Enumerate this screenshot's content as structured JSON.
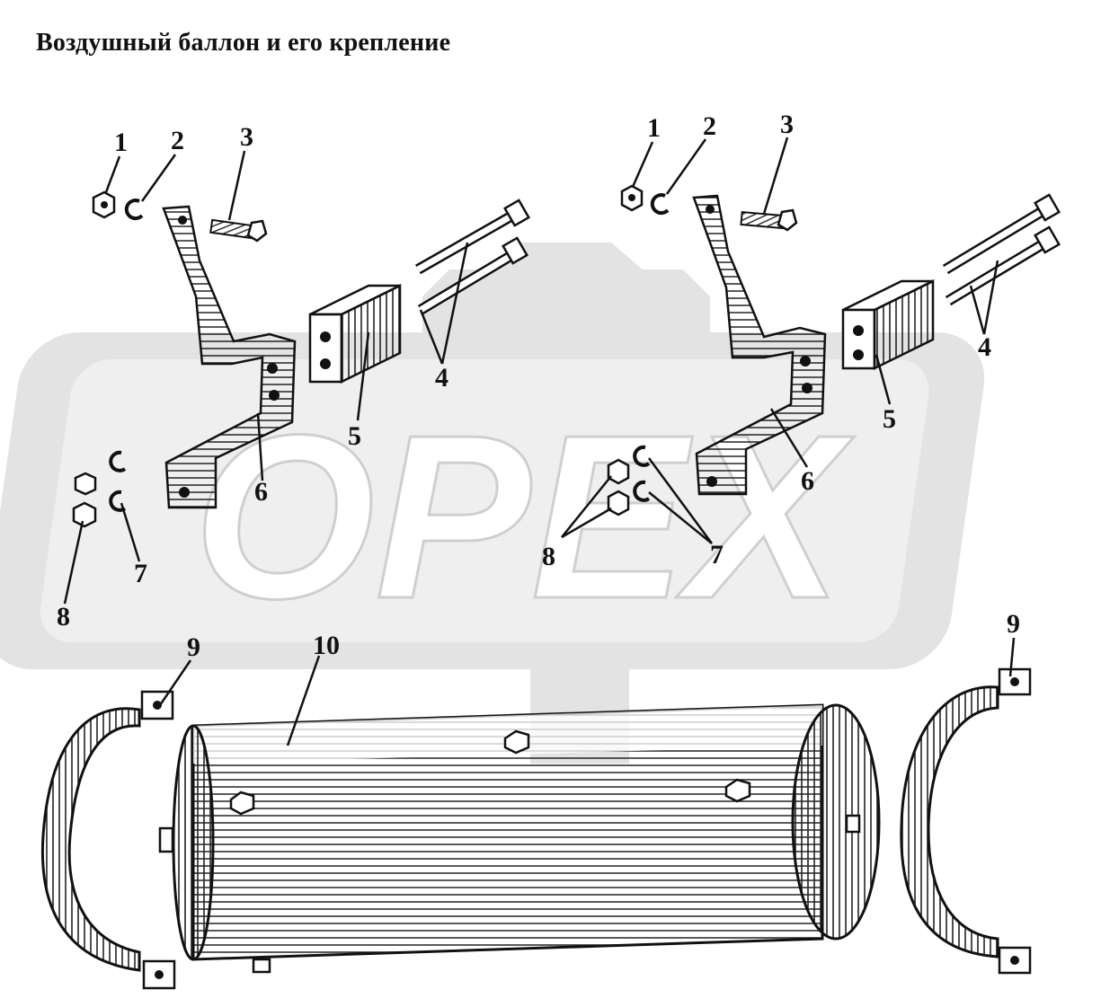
{
  "title": "Воздушный баллон и его крепление",
  "watermark": {
    "text": "OPEX",
    "color": "#dcdcdc"
  },
  "callouts": {
    "c1": "1",
    "c2": "2",
    "c3": "3",
    "c4": "4",
    "c5": "5",
    "c6": "6",
    "c7": "7",
    "c8": "8",
    "c9": "9",
    "c10": "10"
  }
}
